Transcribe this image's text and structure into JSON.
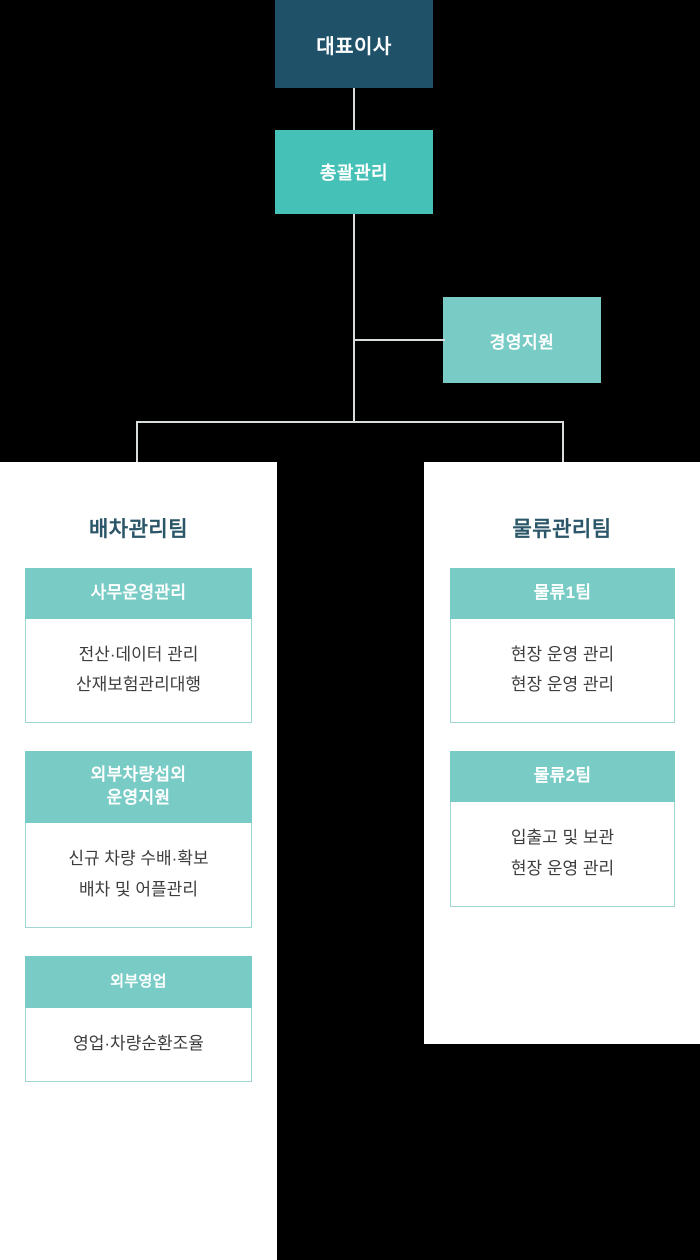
{
  "org_chart": {
    "top_nodes": [
      {
        "id": "ceo",
        "label": "대표이사",
        "style": "navy"
      },
      {
        "id": "gm",
        "label": "총괄관리",
        "style": "teal"
      },
      {
        "id": "support",
        "label": "경영지원",
        "style": "teal-light"
      }
    ],
    "teams": [
      {
        "id": "dispatch-team",
        "title": "배차관리팀",
        "cards": [
          {
            "header": "사무운영관리",
            "header_lines": [
              "사무운영관리"
            ],
            "items": [
              "전산·데이터 관리",
              "산재보험관리대행"
            ]
          },
          {
            "header": "외부차량섭외 운영지원",
            "header_lines": [
              "외부차량섭외",
              "운영지원"
            ],
            "items": [
              "신규 차량 수배·확보",
              "배차 및 어플관리"
            ]
          },
          {
            "header": "외부영업",
            "header_lines": [
              "외부영업"
            ],
            "items": [
              "영업·차량순환조율"
            ]
          }
        ]
      },
      {
        "id": "logistics-team",
        "title": "물류관리팀",
        "cards": [
          {
            "header": "물류1팀",
            "header_lines": [
              "물류1팀"
            ],
            "items": [
              "현장 운영 관리",
              "현장 운영 관리"
            ]
          },
          {
            "header": "물류2팀",
            "header_lines": [
              "물류2팀"
            ],
            "items": [
              "입출고 및 보관",
              "현장 운영 관리"
            ]
          }
        ]
      }
    ],
    "colors": {
      "background": "#000000",
      "navy": "#1f5169",
      "teal": "#45c1b8",
      "teal_light": "#79cbc6",
      "card_border": "#9fd6d2",
      "connector": "#d9dcdd",
      "panel": "#ffffff",
      "title_text": "#2a5668",
      "body_text": "#3d3d3d"
    }
  }
}
